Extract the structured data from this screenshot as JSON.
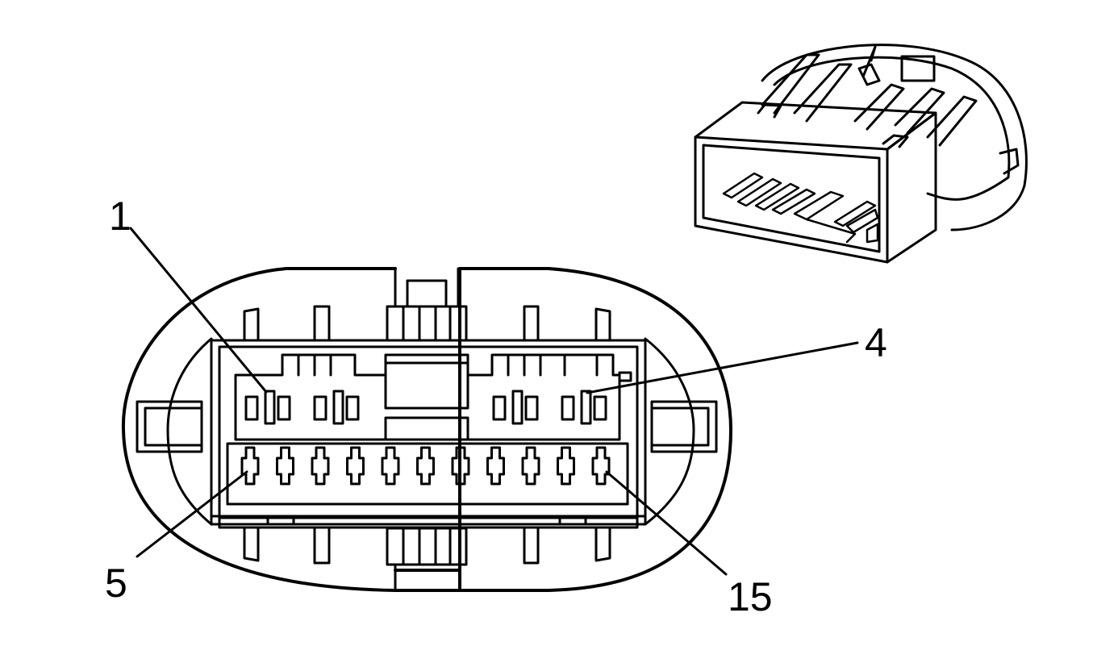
{
  "callouts": {
    "pin_1": "1",
    "pin_4": "4",
    "pin_5": "5",
    "pin_15": "15"
  },
  "colors": {
    "line": "#000000",
    "background": "#ffffff"
  }
}
